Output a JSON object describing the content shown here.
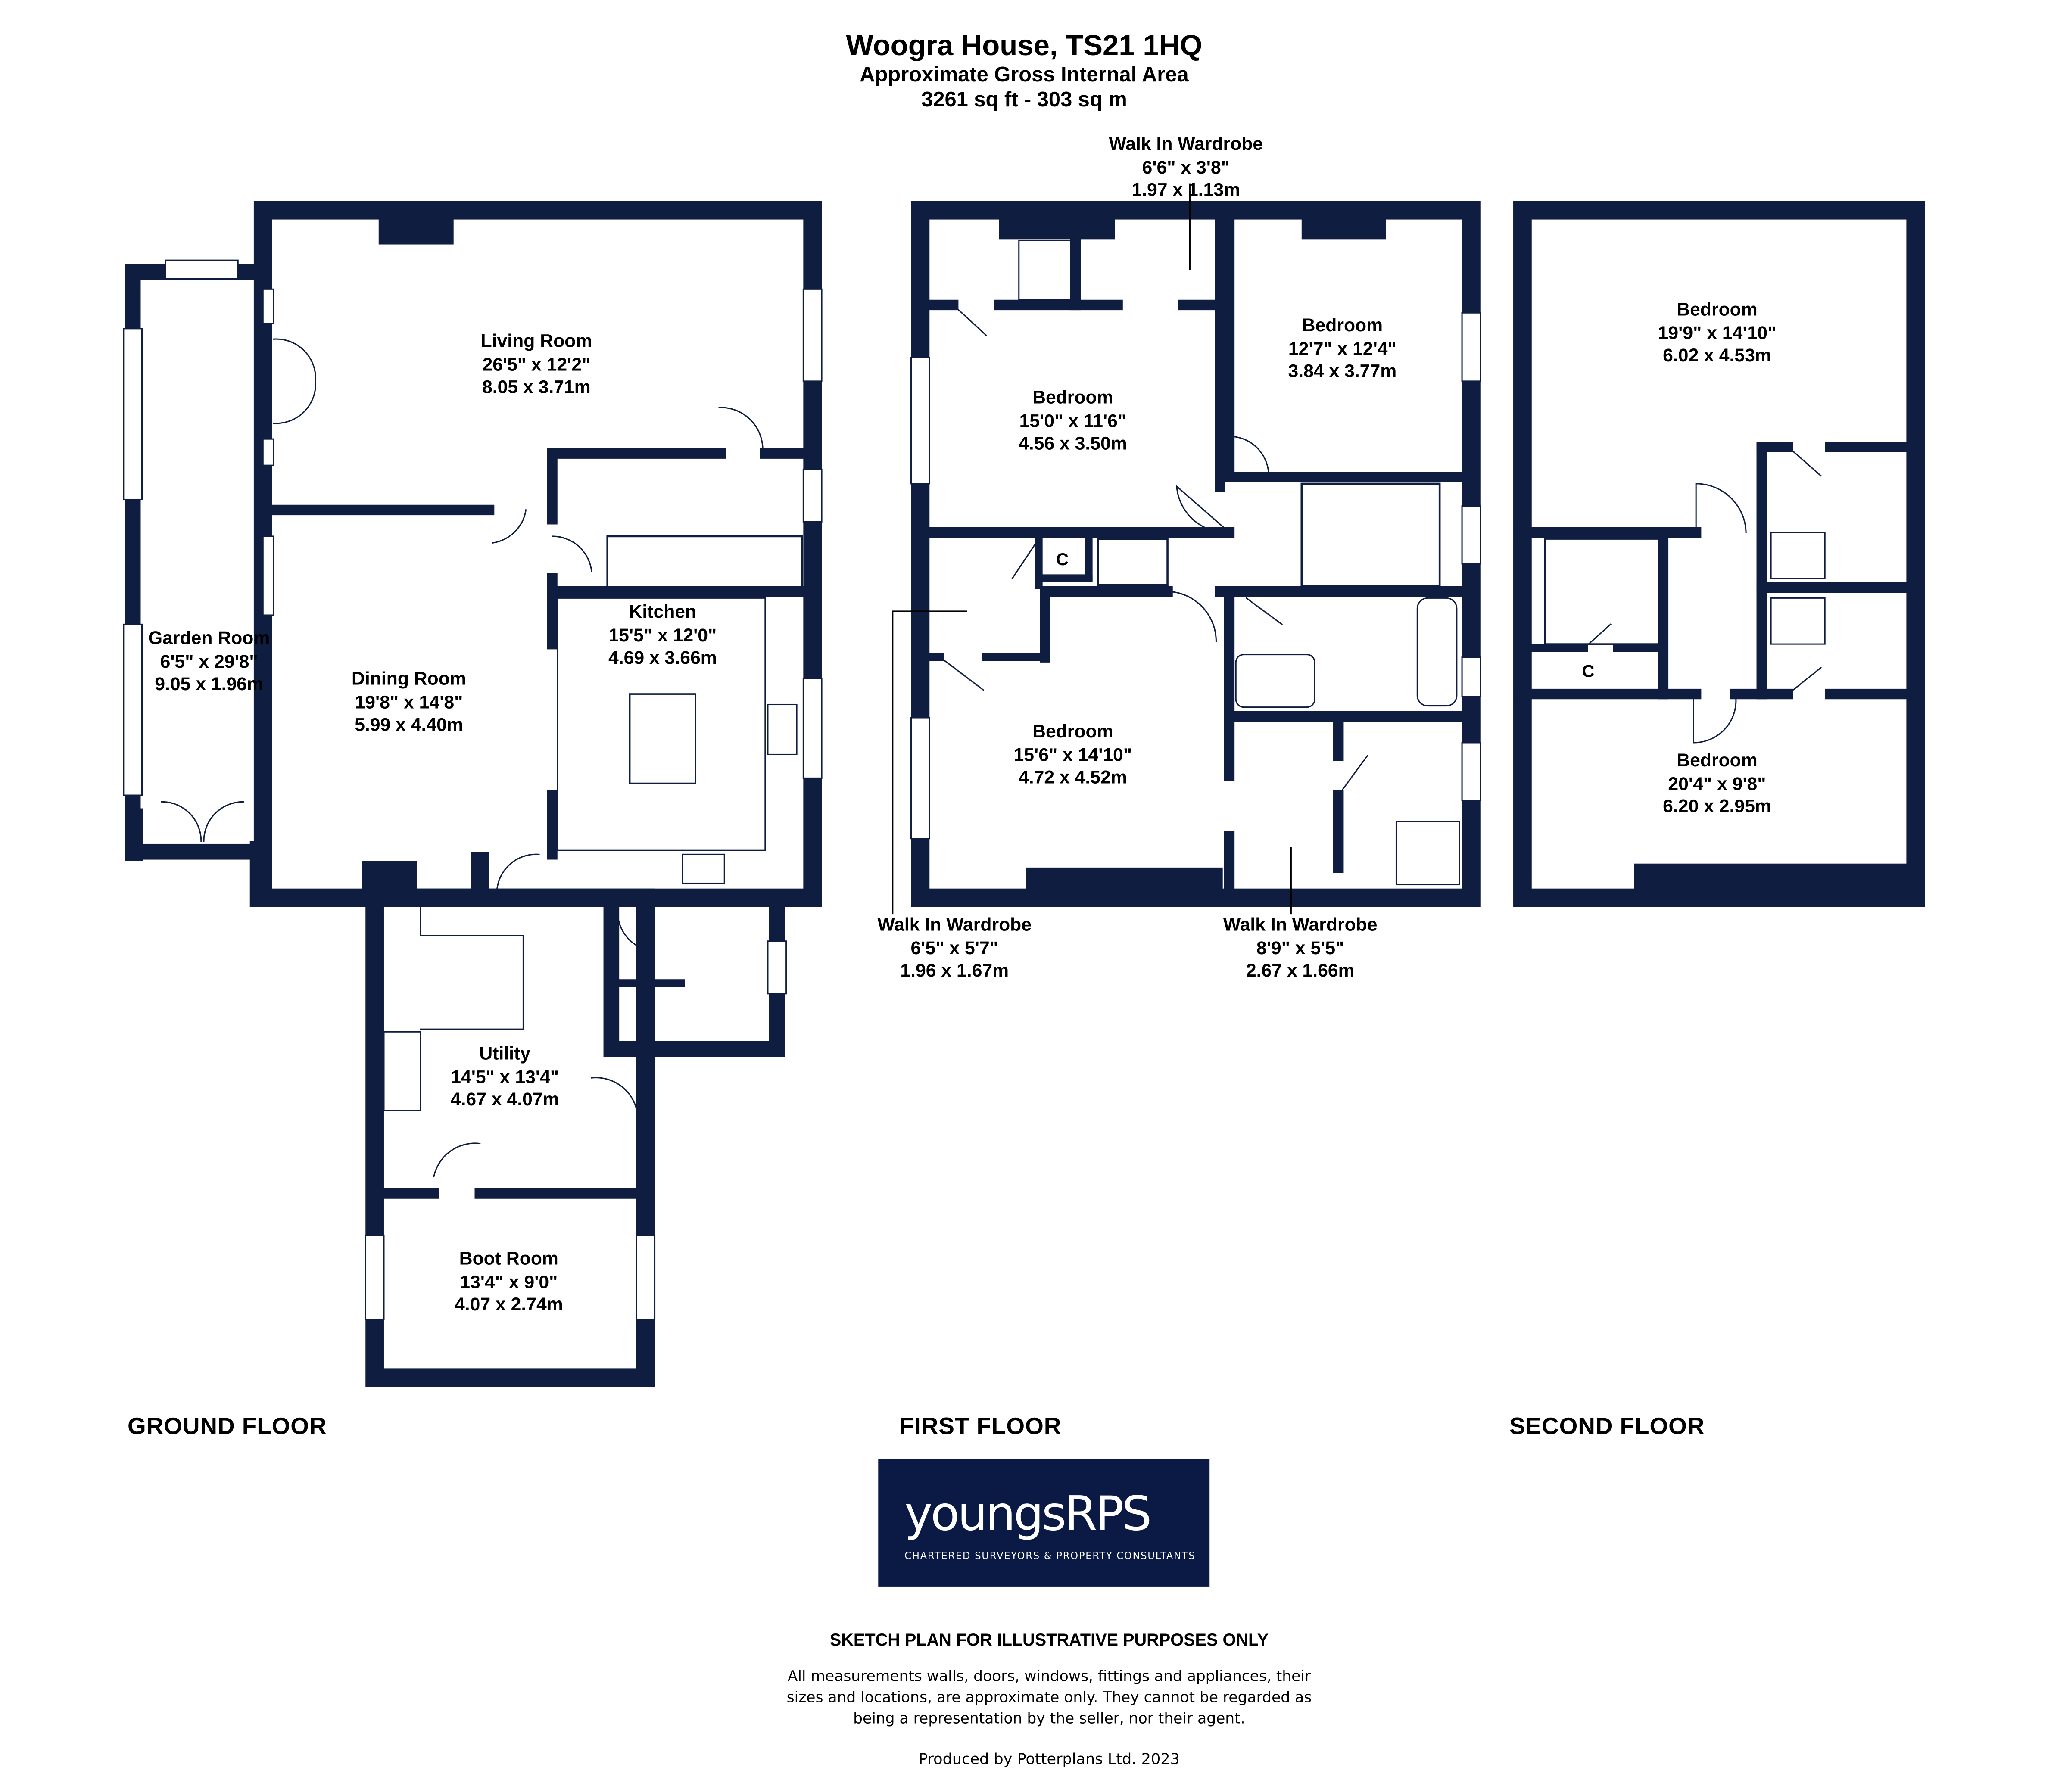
{
  "header": {
    "title": "Woogra House, TS21 1HQ",
    "subtitle": "Approximate Gross Internal Area",
    "area": "3261 sq ft - 303 sq m"
  },
  "colors": {
    "wall": "#0f1d40",
    "logo_bg": "#0b1a45",
    "logo_accent": "#b5cf2e"
  },
  "rooms": [
    {
      "name": "Living Room",
      "imperial": "26'5\" x 12'2\"",
      "metric": "8.05 x 3.71m"
    },
    {
      "name": "Garden Room",
      "imperial": "6'5\" x 29'8\"",
      "metric": "9.05 x 1.96m"
    },
    {
      "name": "Dining Room",
      "imperial": "19'8\" x 14'8\"",
      "metric": "5.99 x 4.40m"
    },
    {
      "name": "Kitchen",
      "imperial": "15'5\" x 12'0\"",
      "metric": "4.69 x 3.66m"
    },
    {
      "name": "Utility",
      "imperial": "14'5\" x 13'4\"",
      "metric": "4.67 x 4.07m"
    },
    {
      "name": "Boot Room",
      "imperial": "13'4\" x 9'0\"",
      "metric": "4.07 x 2.74m"
    },
    {
      "name": "Walk In Wardrobe",
      "imperial": "6'6\" x 3'8\"",
      "metric": "1.97 x 1.13m"
    },
    {
      "name": "Bedroom",
      "imperial": "15'0\" x 11'6\"",
      "metric": "4.56 x 3.50m"
    },
    {
      "name": "Bedroom",
      "imperial": "12'7\" x 12'4\"",
      "metric": "3.84 x 3.77m"
    },
    {
      "name": "Bedroom",
      "imperial": "15'6\" x 14'10\"",
      "metric": "4.72 x 4.52m"
    },
    {
      "name": "Walk In Wardrobe",
      "imperial": "6'5\" x 5'7\"",
      "metric": "1.96 x 1.67m"
    },
    {
      "name": "Walk In Wardrobe",
      "imperial": "8'9\" x 5'5\"",
      "metric": "2.67 x 1.66m"
    },
    {
      "name": "Bedroom",
      "imperial": "19'9\" x 14'10\"",
      "metric": "6.02 x 4.53m"
    },
    {
      "name": "Bedroom",
      "imperial": "20'4\" x 9'8\"",
      "metric": "6.20 x 2.95m"
    }
  ],
  "cupboards": [
    "C",
    "C"
  ],
  "floors": [
    "GROUND FLOOR",
    "FIRST FLOOR",
    "SECOND FLOOR"
  ],
  "logo": {
    "wordmark": "youngsRPS",
    "tagline": "CHARTERED SURVEYORS & PROPERTY CONSULTANTS"
  },
  "footer": {
    "notice": "SKETCH PLAN FOR ILLUSTRATIVE PURPOSES ONLY",
    "disclaimer": [
      "All measurements walls, doors, windows, fittings and appliances, their",
      "sizes and locations, are approximate only. They cannot be regarded as",
      "being a representation by the seller, nor their agent."
    ],
    "produced_by": "Produced by Potterplans Ltd. 2023"
  }
}
